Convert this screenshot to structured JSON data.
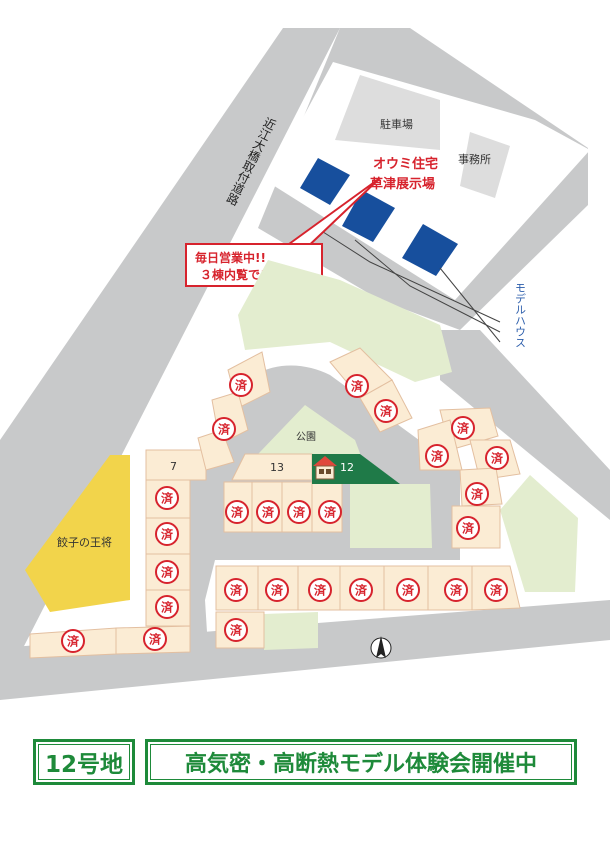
{
  "labels": {
    "parking": "駐車場",
    "office": "事務所",
    "showroom_line1": "オウミ住宅",
    "showroom_line2": "草津展示場",
    "callout_line1": "毎日営業中!!",
    "callout_line2": "３棟内覧できます",
    "model_house": "モデルハウス",
    "road": "近江大橋取付道路",
    "park": "公園",
    "restaurant": "餃子の王将"
  },
  "lots": {
    "lot7": "7",
    "lot13": "13",
    "lot12": "12"
  },
  "sold_mark": "済",
  "compass": {
    "north_icon": "north-arrow-icon"
  },
  "banner": {
    "lot_label": "12号地",
    "event_text": "高気密・高断熱モデル体験会開催中"
  },
  "colors": {
    "road": "#c8c9ca",
    "lot": "#fbecd4",
    "lot_border": "#e3bfa0",
    "green": "#e3edcf",
    "model_house": "#174f9d",
    "parking": "#dddddd",
    "restaurant": "#f2d44b",
    "highlight_lot": "#1f7a48",
    "sold_ring": "#d7232d",
    "accent_red": "#d7232d",
    "banner_green": "#1e8a3a"
  }
}
